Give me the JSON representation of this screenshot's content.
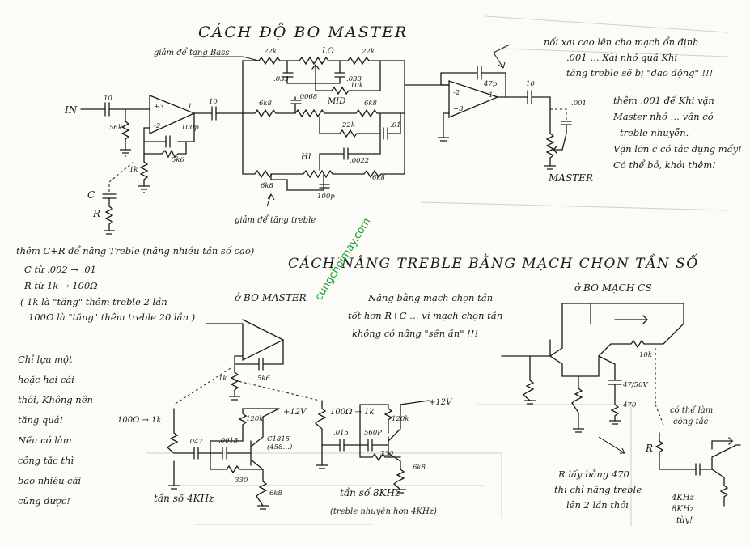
{
  "title_main": "CÁCH ĐỘ  BO MASTER",
  "title_treble": "CÁCH NÂNG TREBLE BẰNG MẠCH CHỌN TẦN SỐ",
  "watermark": "cungchoimay.com",
  "top": {
    "in_label": "IN",
    "note_bass": "giảm để tăng Bass",
    "note_treble_pot": "giảm để tăng treble",
    "c_label": "C",
    "r_label": "R",
    "master_label": "MASTER",
    "values": {
      "c_in": "10",
      "r_in": "56k",
      "opamp1_plus": "+3",
      "opamp1_minus": "-2",
      "opamp1_out": "1",
      "c_fb": "100p",
      "r_fb": "5k6",
      "r_gnd": "1k",
      "c_out1": "10",
      "r22a": "22k",
      "lo": "LO",
      "r22b": "22k",
      "c033a": ".033",
      "c033b": ".033",
      "r10k": "10k",
      "r6k8a": "6k8",
      "c0068": ".0068",
      "mid": "MID",
      "r6k8b": "6k8",
      "r22c": "22k",
      "c01": ".01",
      "hi": "HI",
      "c0022": ".0022",
      "r6k8c": "6k8",
      "r6k8d": "6k8",
      "c100p": "100p",
      "c47p": "47p",
      "opamp2_minus": "-2",
      "opamp2_plus": "+3",
      "opamp2_out": "1",
      "c_out2": "10",
      "c001": ".001"
    },
    "note_oscillate": "nối xai cao lên cho mạch ổn định\n.001 … Xài nhỏ quá khi\ntăng treble sẽ bị \"dao động\" !!!",
    "note_add001": "thêm .001 để khi vặn\nMaster nhỏ … vẫn có\ntreble nhuyễn.\nVặn lớn c có tác dụng mấy!\nCó thể bỏ, khỏi thêm!"
  },
  "left_notes": {
    "add_cr": "thêm C+R để nâng Treble (nâng nhiều tần số cao)",
    "c_range": "C từ .002 → .01",
    "r_range": "R từ 1k → 100Ω",
    "note_paren": "( 1k là \"tăng\" thêm treble 2 lần\n100Ω là \"tăng\" thêm treble 20 lần )",
    "advice": "Chỉ lựa một\nhoặc hai cái\nthôi, Không nên\ntăng quá!\nNếu có làm\ncông tắc thì\nbao nhiêu cái\ncũng được!"
  },
  "mid_notes": {
    "bo_master": "ở BO MASTER",
    "better": "Nâng bằng mạch chọn tần\ntốt hơn R+C … vì mạch chọn tần\nkhông có nâng \"sền ần\" !!!",
    "bo_mach_cs": "ở BO MẠCH CS"
  },
  "bottom": {
    "c1_r": "100Ω → 1k",
    "c1_c1": ".047",
    "c1_c2": ".0015",
    "c1_r120": "120k",
    "c1_tr": "C1815\n(458…)",
    "c1_330": "330",
    "c1_6k8": "6k8",
    "c1_vcc": "+12V",
    "c1_freq": "tần số 4KHz",
    "c2_r": "100Ω → 1k",
    "c2_c1": ".015",
    "c2_c2": "560P",
    "c2_r120": "120k",
    "c2_330": "330",
    "c2_6k8": "6k8",
    "c2_vcc": "+12V",
    "c2_freq": "tần số 8KHz",
    "c2_note": "(treble nhuyễn hơn 4KHz)",
    "cs_10k": "10k",
    "cs_47": "47/50V",
    "cs_470": "470",
    "cs_r": "R",
    "cs_switch": "có thể làm\ncông tắc",
    "cs_note": "R lấy bằng 470\nthì chỉ nâng treble\nlên 2 lần thôi",
    "cs_freq": "4KHz\n8KHz\ntùy!"
  }
}
